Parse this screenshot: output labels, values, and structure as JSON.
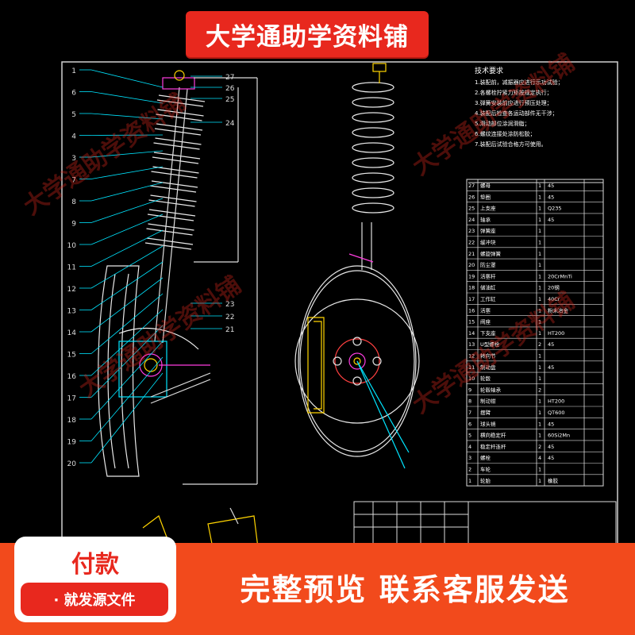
{
  "banner": {
    "title": "大学通助学资料铺"
  },
  "watermark": {
    "text": "大学通助学资料铺"
  },
  "bottom": {
    "pay_title": "付款",
    "pay_button": "· 就发源文件",
    "message": "完整预览  联系客服发送"
  },
  "drawing": {
    "left_callouts": [
      "1",
      "6",
      "5",
      "4",
      "3",
      "7",
      "8",
      "9",
      "10",
      "11",
      "12",
      "13",
      "14",
      "15",
      "16",
      "17",
      "18",
      "19",
      "20"
    ],
    "right_callouts": [
      "27",
      "26",
      "25",
      "24",
      "23",
      "22",
      "21"
    ],
    "notes_title": "技术要求",
    "notes": [
      "1.装配前，减振器应进行示功试验；",
      "2.各螺栓拧紧力矩按规定执行；",
      "3.弹簧安装前应进行预压处理；",
      "4.装配后检查各运动部件无干涉；",
      "5.滑动部位涂润滑脂；",
      "6.螺纹连接处涂防松胶；",
      "7.装配后试验合格方可使用。"
    ]
  },
  "parts_table": {
    "rows": [
      {
        "no": "27",
        "name": "螺母",
        "qty": "1",
        "mat": "45"
      },
      {
        "no": "26",
        "name": "垫圈",
        "qty": "1",
        "mat": "45"
      },
      {
        "no": "25",
        "name": "上支座",
        "qty": "1",
        "mat": "Q235"
      },
      {
        "no": "24",
        "name": "轴承",
        "qty": "1",
        "mat": "45"
      },
      {
        "no": "23",
        "name": "弹簧座",
        "qty": "1",
        "mat": ""
      },
      {
        "no": "22",
        "name": "缓冲块",
        "qty": "1",
        "mat": ""
      },
      {
        "no": "21",
        "name": "螺旋弹簧",
        "qty": "1",
        "mat": ""
      },
      {
        "no": "20",
        "name": "防尘罩",
        "qty": "1",
        "mat": ""
      },
      {
        "no": "19",
        "name": "活塞杆",
        "qty": "1",
        "mat": "20CrMnTi"
      },
      {
        "no": "18",
        "name": "储油缸",
        "qty": "1",
        "mat": "20钢"
      },
      {
        "no": "17",
        "name": "工作缸",
        "qty": "1",
        "mat": "40Cr"
      },
      {
        "no": "16",
        "name": "活塞",
        "qty": "1",
        "mat": "粉末冶金"
      },
      {
        "no": "15",
        "name": "阀座",
        "qty": "1",
        "mat": ""
      },
      {
        "no": "14",
        "name": "下支座",
        "qty": "1",
        "mat": "HT200"
      },
      {
        "no": "13",
        "name": "U型螺栓",
        "qty": "2",
        "mat": "45"
      },
      {
        "no": "12",
        "name": "转向节",
        "qty": "1",
        "mat": ""
      },
      {
        "no": "11",
        "name": "制动盘",
        "qty": "1",
        "mat": "45"
      },
      {
        "no": "10",
        "name": "轮毂",
        "qty": "1",
        "mat": ""
      },
      {
        "no": "9",
        "name": "轮毂轴承",
        "qty": "2",
        "mat": ""
      },
      {
        "no": "8",
        "name": "制动钳",
        "qty": "1",
        "mat": "HT200"
      },
      {
        "no": "7",
        "name": "摆臂",
        "qty": "1",
        "mat": "QT600"
      },
      {
        "no": "6",
        "name": "球头销",
        "qty": "1",
        "mat": "45"
      },
      {
        "no": "5",
        "name": "横向稳定杆",
        "qty": "1",
        "mat": "60Si2Mn"
      },
      {
        "no": "4",
        "name": "稳定杆连杆",
        "qty": "2",
        "mat": "45"
      },
      {
        "no": "3",
        "name": "螺栓",
        "qty": "4",
        "mat": "45"
      },
      {
        "no": "2",
        "name": "车轮",
        "qty": "1",
        "mat": ""
      },
      {
        "no": "1",
        "name": "轮胎",
        "qty": "1",
        "mat": "橡胶"
      }
    ]
  }
}
